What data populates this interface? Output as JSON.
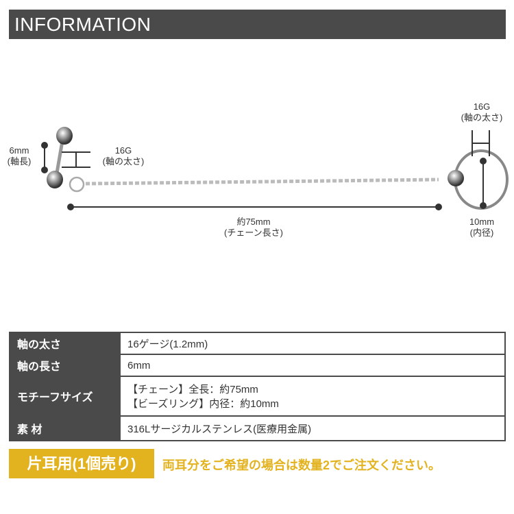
{
  "header": {
    "title": "INFORMATION"
  },
  "diagram": {
    "barbell_length": "6mm",
    "barbell_length_note": "(軸長)",
    "barbell_gauge": "16G",
    "barbell_gauge_note": "(軸の太さ)",
    "ring_gauge": "16G",
    "ring_gauge_note": "(軸の太さ)",
    "chain_length": "約75mm",
    "chain_length_note": "(チェーン長さ)",
    "ring_diameter": "10mm",
    "ring_diameter_note": "(内径)"
  },
  "specs": [
    {
      "label": "軸の太さ",
      "value": [
        "16ゲージ(1.2mm)"
      ]
    },
    {
      "label": "軸の長さ",
      "value": [
        "6mm"
      ]
    },
    {
      "label": "モチーフサイズ",
      "value": [
        "【チェーン】全長：約75mm",
        "【ビーズリング】内径：約10mm"
      ]
    },
    {
      "label": "素 材",
      "value": [
        "316Lサージカルステンレス(医療用金属)"
      ]
    }
  ],
  "footer": {
    "badge": "片耳用(1個売り)",
    "note": "両耳分をご希望の場合は数量2でご注文ください。"
  }
}
